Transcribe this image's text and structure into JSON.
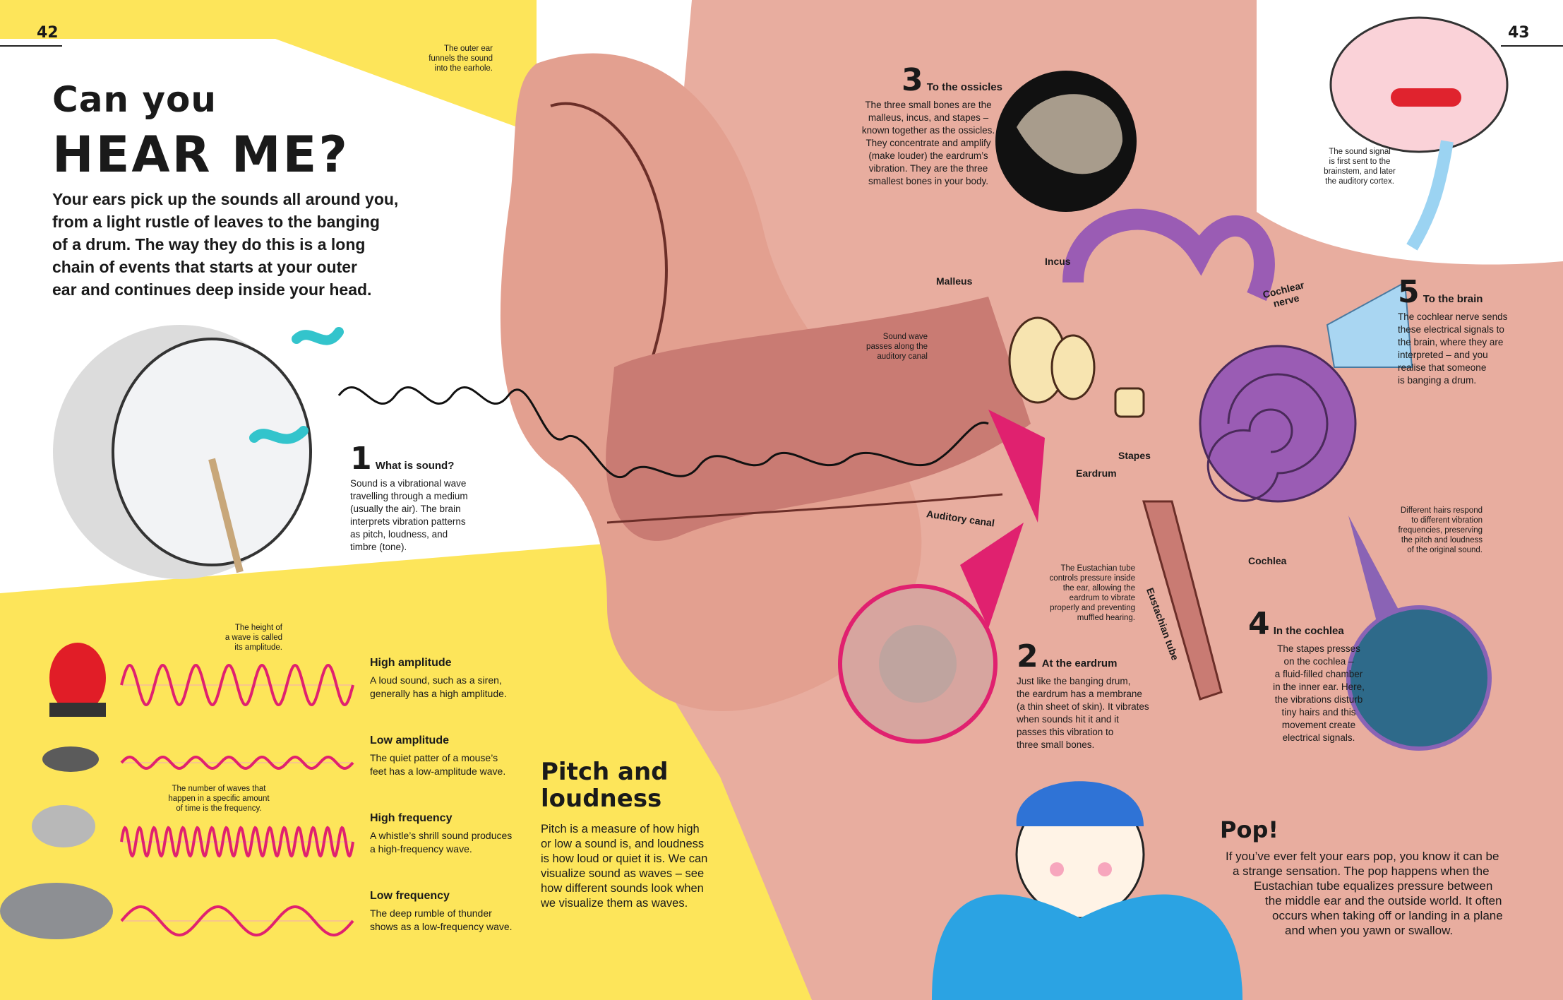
{
  "page_left_number": "42",
  "page_right_number": "43",
  "title_line1": "Can you",
  "title_line2": "HEAR ME?",
  "intro_lines": [
    "Your ears pick up the sounds all around you,",
    "from a light rustle of leaves to the banging",
    "of a drum. The way they do this is a long",
    "chain of events that starts at your outer",
    "ear and continues deep inside your head."
  ],
  "outer_ear_note": [
    "The outer ear",
    "funnels the sound",
    "into the earhole."
  ],
  "step1": {
    "number": "1",
    "heading": "What is sound?",
    "lines": [
      "Sound is a vibrational wave",
      "travelling through a medium",
      "(usually the air). The brain",
      "interprets vibration patterns",
      "as pitch, loudness, and",
      "timbre (tone)."
    ]
  },
  "step2": {
    "number": "2",
    "heading": "At the eardrum",
    "lines": [
      "Just like the banging drum,",
      "the eardrum has a membrane",
      "(a thin sheet of skin). It vibrates",
      "when sounds hit it and it",
      "passes this vibration to",
      "three small bones."
    ]
  },
  "step3": {
    "number": "3",
    "heading": "To the ossicles",
    "lines": [
      "The three small bones are the",
      "malleus, incus, and stapes –",
      "known together as the ossicles.",
      "They concentrate and amplify",
      "(make louder) the eardrum’s",
      "vibration. They are the three",
      "smallest bones in your body."
    ]
  },
  "step4": {
    "number": "4",
    "heading": "In the cochlea",
    "lines": [
      "The stapes presses",
      "on the cochlea –",
      "a fluid-filled chamber",
      "in the inner ear. Here,",
      "the vibrations disturb",
      "tiny hairs and this",
      "movement create",
      "electrical signals."
    ]
  },
  "step5": {
    "number": "5",
    "heading": "To the brain",
    "lines": [
      "The cochlear nerve sends",
      "these electrical signals to",
      "the brain, where they are",
      "interpreted – and you",
      "realise that someone",
      "is banging a drum."
    ]
  },
  "brain_note": [
    "The sound signal",
    "is first sent to the",
    "brainstem, and later",
    "the auditory cortex."
  ],
  "canal_note": [
    "Sound wave",
    "passes along the",
    "auditory canal"
  ],
  "eustachian_note": [
    "The Eustachian tube",
    "controls pressure inside",
    "the ear, allowing the",
    "eardrum to vibrate",
    "properly and preventing",
    "muffled hearing."
  ],
  "hairs_note": [
    "Different hairs respond",
    "to different vibration",
    "frequencies, preserving",
    "the pitch and loudness",
    "of the original sound."
  ],
  "labels": {
    "malleus": "Malleus",
    "incus": "Incus",
    "stapes": "Stapes",
    "eardrum": "Eardrum",
    "auditory_canal": "Auditory canal",
    "eustachian_tube": "Eustachian tube",
    "cochlea": "Cochlea",
    "cochlear_nerve_1": "Cochlear",
    "cochlear_nerve_2": "nerve"
  },
  "amplitude_note": [
    "The height of",
    "a wave is called",
    "its amplitude."
  ],
  "frequency_note": [
    "The number of waves that",
    "happen in a specific amount",
    "of time is the frequency."
  ],
  "waves": [
    {
      "heading": "High amplitude",
      "lines": [
        "A loud sound, such as a siren,",
        "generally has a high amplitude."
      ],
      "amplitude": 28,
      "cycles": 7
    },
    {
      "heading": "Low amplitude",
      "lines": [
        "The quiet patter of a mouse’s",
        "feet has a low-amplitude wave."
      ],
      "amplitude": 8,
      "cycles": 7
    },
    {
      "heading": "High frequency",
      "lines": [
        "A whistle’s shrill sound produces",
        "a high-frequency wave."
      ],
      "amplitude": 20,
      "cycles": 16
    },
    {
      "heading": "Low frequency",
      "lines": [
        "The deep rumble of thunder",
        "shows as a low-frequency wave."
      ],
      "amplitude": 20,
      "cycles": 3
    }
  ],
  "pitch": {
    "title_line1": "Pitch and",
    "title_line2": "loudness",
    "lines": [
      "Pitch is a measure of how high",
      "or low a sound is, and loudness",
      "is how loud or quiet it is. We can",
      "visualize sound as waves – see",
      "how different sounds look when",
      "we visualize them as waves."
    ]
  },
  "pop": {
    "title": "Pop!",
    "lines": [
      "If you’ve ever felt your ears pop, you know it can be",
      "a strange sensation. The pop happens when the",
      "Eustachian tube equalizes pressure between",
      "the middle ear and the outside world. It often",
      "occurs when taking off or landing in a plane",
      "and when you yawn or swallow."
    ]
  },
  "colors": {
    "yellow": "#fde55a",
    "skin": "#e8ad9f",
    "canal": "#c97b73",
    "pink": "#e0216f",
    "purple": "#9a5cb4",
    "teal": "#33c4cc"
  }
}
